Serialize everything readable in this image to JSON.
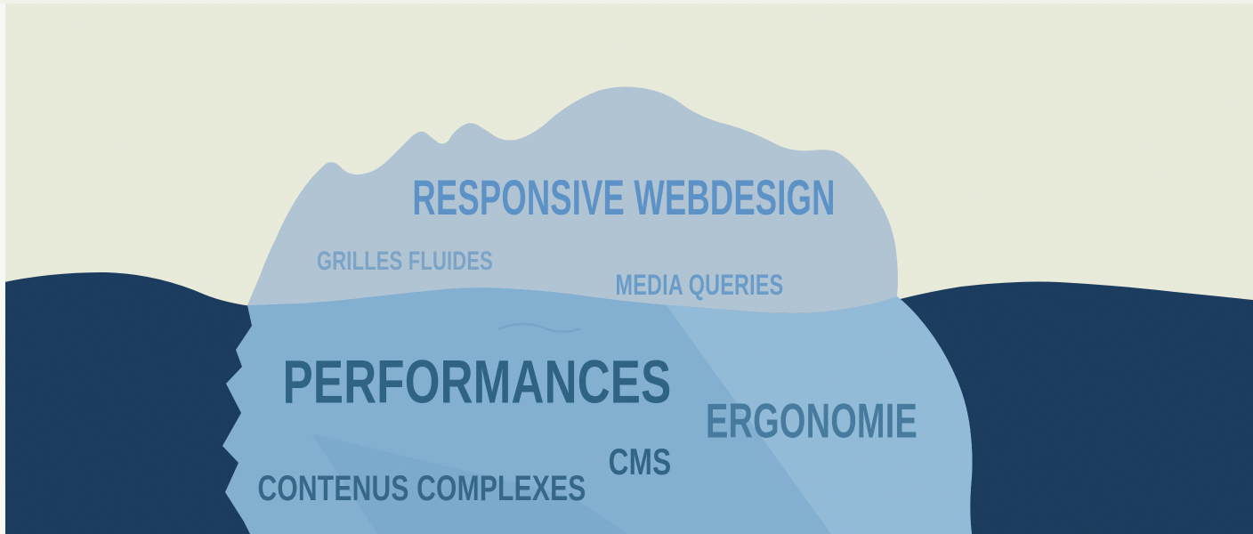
{
  "illustration": {
    "theme": "Responsive webdesign iceberg",
    "above_water_labels": [
      {
        "id": "responsive-webdesign",
        "text": "RESPONSIVE WEBDESIGN",
        "color": "#5a91c7"
      },
      {
        "id": "grilles-fluides",
        "text": "GRILLES FLUIDES",
        "color": "#7aa3c6"
      },
      {
        "id": "media-queries",
        "text": "MEDIA QUERIES",
        "color": "#689bc9"
      }
    ],
    "below_water_labels": [
      {
        "id": "performances",
        "text": "PERFORMANCES",
        "color": "#2c6182"
      },
      {
        "id": "ergonomie",
        "text": "ERGONOMIE",
        "color": "#44799d"
      },
      {
        "id": "cms",
        "text": "CMS",
        "color": "#2e6284"
      },
      {
        "id": "contenus-complexes",
        "text": "CONTENUS COMPLEXES",
        "color": "#326587"
      }
    ]
  },
  "colors": {
    "sky": "#e9ebdb",
    "water": "#17395c",
    "iceberg_above": "#b0c4d4",
    "iceberg_below": "#82afd1",
    "iceberg_facet_light": "#91bbd9",
    "iceberg_facet_shadow": "#74a4c8",
    "crack": "#6f9fc4",
    "frame_edge": "#f8f8f5"
  }
}
